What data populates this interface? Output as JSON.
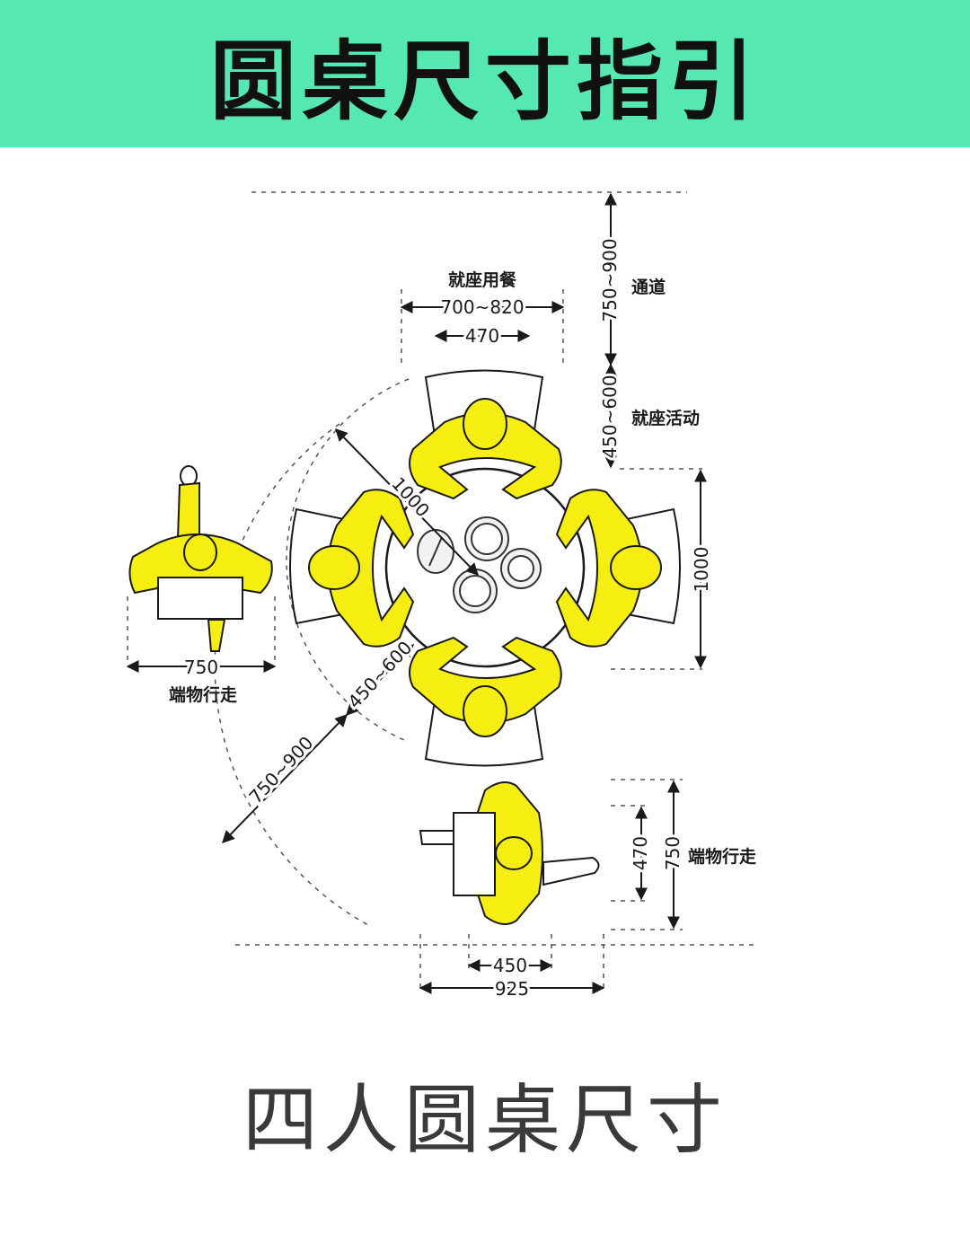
{
  "title": "圆桌尺寸指引",
  "subtitle": "四人圆桌尺寸",
  "colors": {
    "header_bg": "#56e8b2",
    "figure_fill": "#f5ee10",
    "outline": "#1a1a1a"
  },
  "labels": {
    "dining": "就座用餐",
    "passage": "通道",
    "seat_activity": "就座活动",
    "carry_walk_left": "端物行走",
    "carry_walk_right": "端物行走"
  },
  "dimensions": {
    "dining_width": "700~820",
    "chair_width": "470",
    "passage_depth": "750~900",
    "seat_activity_depth": "450~600",
    "table_diameter_diag": "1000",
    "table_diameter_right": "1000",
    "walk_width_left": "750",
    "diag_seat_activity": "450~600",
    "diag_passage": "750~900",
    "walk_inner_470": "470",
    "walk_outer_750": "750",
    "bottom_inner_450": "450",
    "bottom_outer_925": "925"
  }
}
